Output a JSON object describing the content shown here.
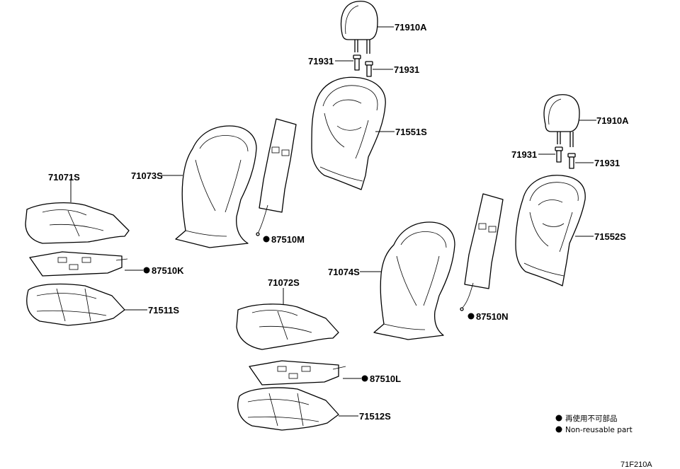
{
  "labels": {
    "p71910A_1": "71910A",
    "p71931_1": "71931",
    "p71931_2": "71931",
    "p71551S": "71551S",
    "p71073S": "71073S",
    "p87510M": "87510M",
    "p71071S": "71071S",
    "p87510K": "87510K",
    "p71511S": "71511S",
    "p71910A_2": "71910A",
    "p71931_3": "71931",
    "p71931_4": "71931",
    "p71552S": "71552S",
    "p71074S": "71074S",
    "p87510N": "87510N",
    "p71072S": "71072S",
    "p87510L": "87510L",
    "p71512S": "71512S"
  },
  "legend": {
    "japanese": "再使用不可部品",
    "english": "Non-reusable part"
  },
  "figure_code": "71F210A"
}
